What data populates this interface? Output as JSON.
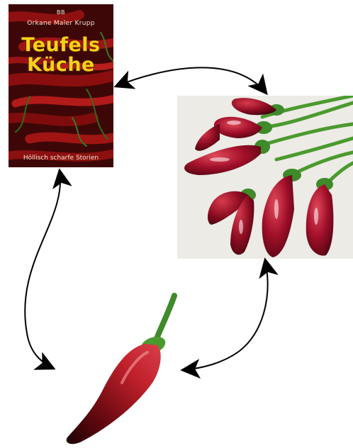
{
  "book": {
    "logo": "BB",
    "author": "Orkane Maler Krupp",
    "title_line1": "Teufels",
    "title_line2": "Küche",
    "subtitle": "Höllisch scharfe Storien"
  },
  "images": {
    "book_cover": "book-cover",
    "pepper_photo": "red-peppers-photo",
    "single_pepper": "single-red-pepper"
  },
  "colors": {
    "pepper_red": "#b01828",
    "stem_green": "#3f8a2a",
    "title_yellow": "#f5d21a",
    "arrow": "#000000"
  }
}
